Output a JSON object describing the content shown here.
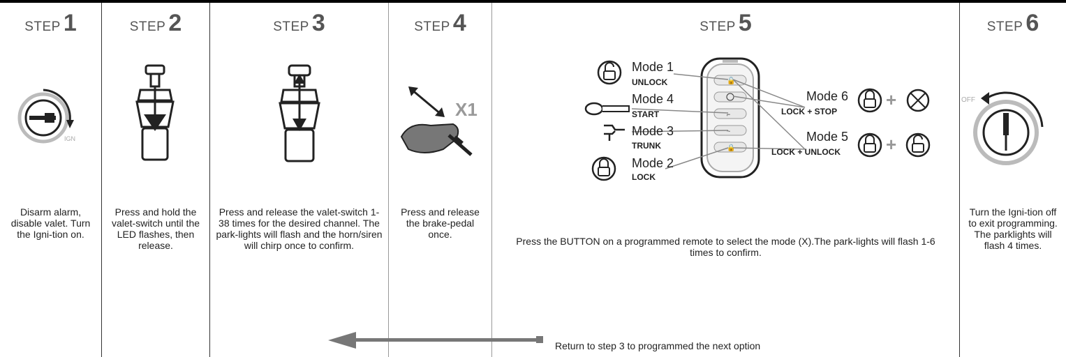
{
  "steps": [
    {
      "word": "STEP",
      "num": "1",
      "desc": "Disarm alarm, disable valet. Turn the Igni-tion on."
    },
    {
      "word": "STEP",
      "num": "2",
      "desc": "Press and hold the valet-switch until the LED flashes, then release."
    },
    {
      "word": "STEP",
      "num": "3",
      "desc": "Press and release the valet-switch 1-38 times for the desired channel. The park-lights will flash and the horn/siren will chirp once to confirm."
    },
    {
      "word": "STEP",
      "num": "4",
      "desc": "Press and release the brake-pedal once."
    },
    {
      "word": "STEP",
      "num": "5",
      "desc": "Press the BUTTON on a programmed remote to select the mode (X).The park-lights will flash 1-6 times to confirm."
    },
    {
      "word": "STEP",
      "num": "6",
      "desc": "Turn the Igni-tion off to exit programming. The parklights will flash 4 times."
    }
  ],
  "ign_label": "IGN",
  "off_label": "OFF",
  "x1_label": "X1",
  "modes": {
    "m1": {
      "name": "Mode 1",
      "sub": "UNLOCK"
    },
    "m4": {
      "name": "Mode 4",
      "sub": "START"
    },
    "m3": {
      "name": "Mode 3",
      "sub": "TRUNK"
    },
    "m2": {
      "name": "Mode 2",
      "sub": "LOCK"
    },
    "m6": {
      "name": "Mode 6",
      "sub": "LOCK + STOP"
    },
    "m5": {
      "name": "Mode 5",
      "sub": "LOCK + UNLOCK"
    }
  },
  "plus": "+",
  "return_text": "Return to step 3 to programmed the next option",
  "colors": {
    "gray": "#888888",
    "dark": "#222222",
    "lightgray": "#bbbbbb"
  }
}
